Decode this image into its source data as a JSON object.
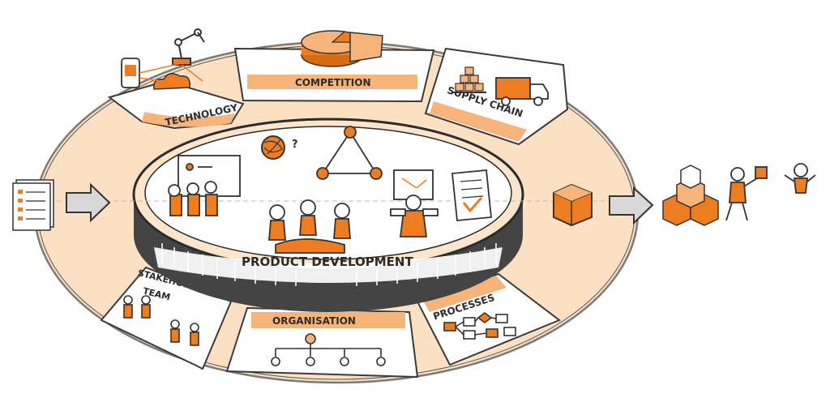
{
  "colors": {
    "ring": "#fbe0c4",
    "orange": "#ee7d22",
    "orange_light": "#f6b47a",
    "ink": "#2b2b2b",
    "gray": "#9c9c9c",
    "white": "#ffffff"
  },
  "center_label": "PRODUCT DEVELOPMENT",
  "segments": {
    "technology": "TECHNOLOGY",
    "competition": "COMPETITION",
    "supply_chain": "SUPPLY CHAIN",
    "stakeholder_line1": "STAKEHOLDER/",
    "stakeholder_line2": "TEAM",
    "organisation": "ORGANISATION",
    "processes": "PROCESSES"
  },
  "question_mark": "?",
  "icons": [
    "document-list-icon",
    "input-arrow-icon",
    "output-arrow-icon",
    "product-box-icon",
    "product-stack-icon",
    "customer-figures-icon",
    "phone-icon",
    "robot-arm-icon",
    "cloud-icon",
    "pie-chart-icon",
    "truck-icon",
    "pallet-boxes-icon",
    "whiteboard-team-icon",
    "tangled-ball-icon",
    "triangle-network-icon",
    "discussion-team-icon",
    "computer-user-icon",
    "checklist-icon",
    "stakeholder-figures-icon",
    "org-chart-icon",
    "flowchart-icon"
  ]
}
